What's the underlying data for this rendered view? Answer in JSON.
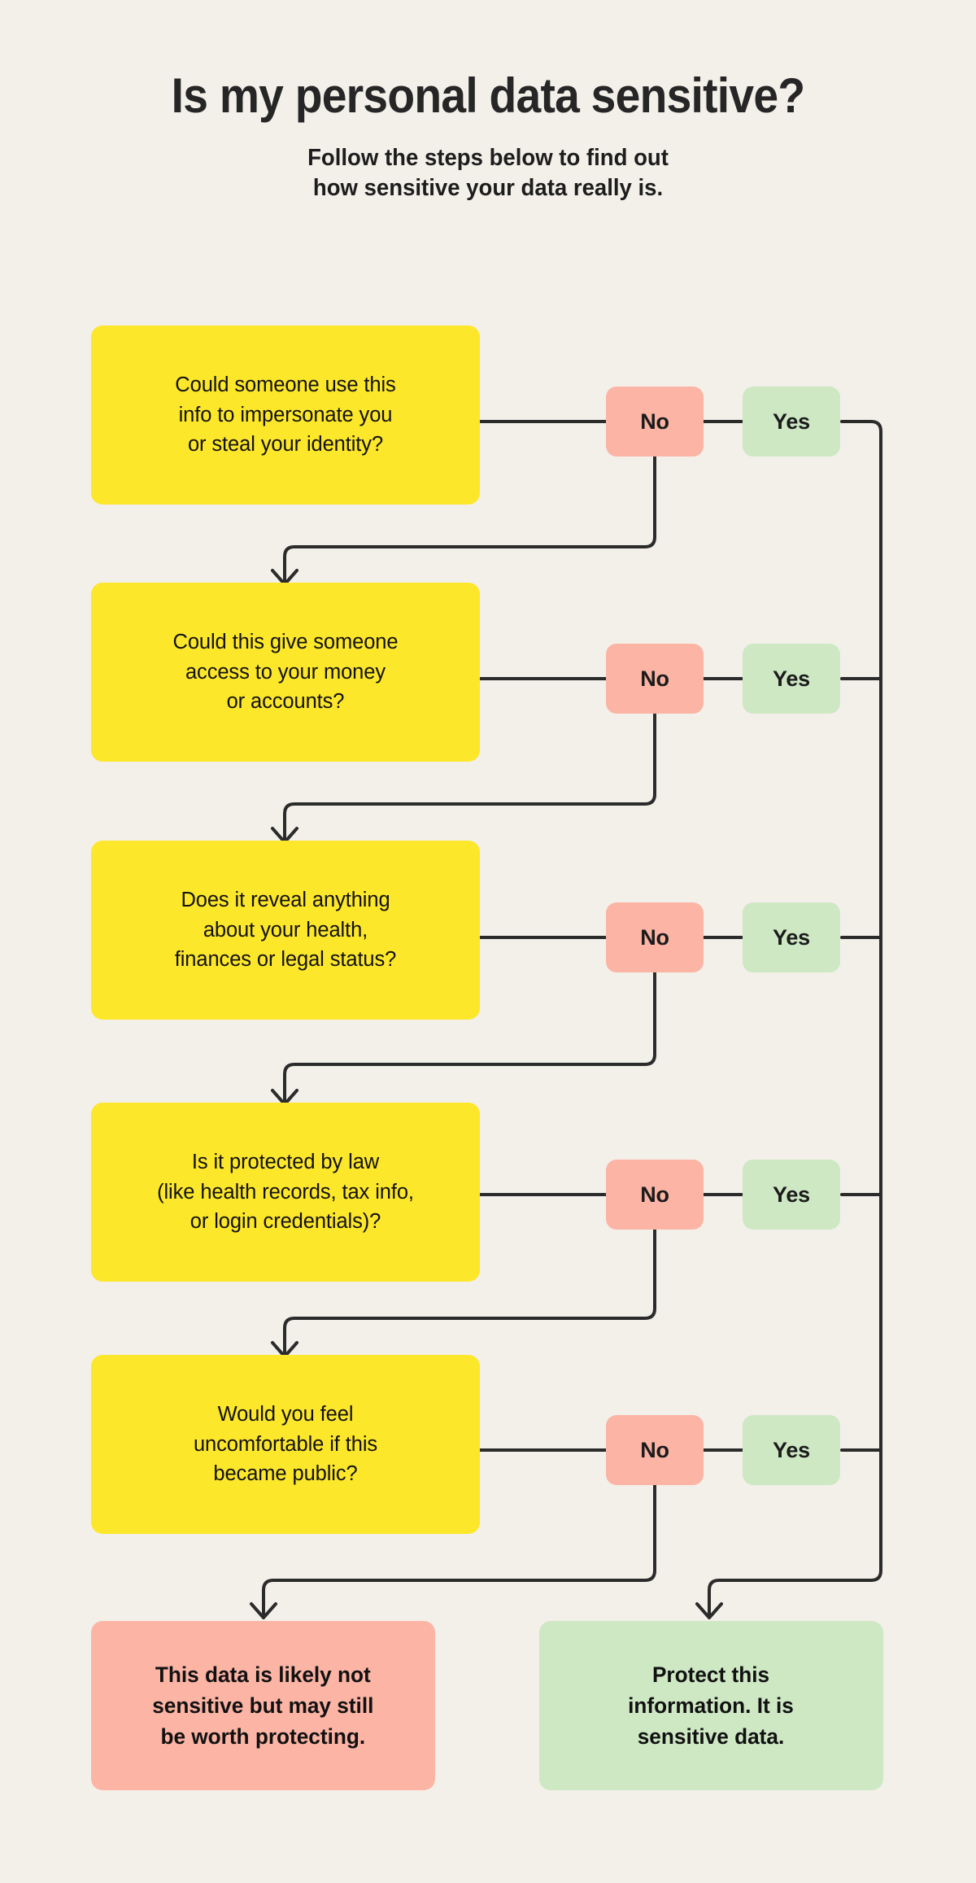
{
  "header": {
    "title": "Is my personal data sensitive?",
    "subtitle_line1": "Follow the steps below to find out",
    "subtitle_line2": "how sensitive your data really is."
  },
  "labels": {
    "no": "No",
    "yes": "Yes"
  },
  "colors": {
    "background": "#f3f0ea",
    "question": "#fde72b",
    "no_badge": "#fcb4a5",
    "yes_badge": "#cee8c4",
    "result_no": "#fcb4a5",
    "result_yes": "#cee8c4",
    "connector": "#2b2b2b",
    "text": "#111111"
  },
  "steps": [
    {
      "id": "step-1",
      "question": "Could someone use this\ninfo to impersonate you\nor steal your identity?",
      "no": "No",
      "yes": "Yes"
    },
    {
      "id": "step-2",
      "question": "Could this give someone\naccess to your money\nor accounts?",
      "no": "No",
      "yes": "Yes"
    },
    {
      "id": "step-3",
      "question": "Does it reveal anything\nabout your health,\nfinances or legal status?",
      "no": "No",
      "yes": "Yes"
    },
    {
      "id": "step-4",
      "question": "Is it protected by law\n(like health records, tax info,\nor login credentials)?",
      "no": "No",
      "yes": "Yes"
    },
    {
      "id": "step-5",
      "question": "Would you feel\nuncomfortable if this\nbecame public?",
      "no": "No",
      "yes": "Yes"
    }
  ],
  "results": {
    "not_sensitive": "This data is likely not\nsensitive but may still\nbe worth protecting.",
    "sensitive": "Protect this\ninformation. It is\nsensitive data."
  }
}
